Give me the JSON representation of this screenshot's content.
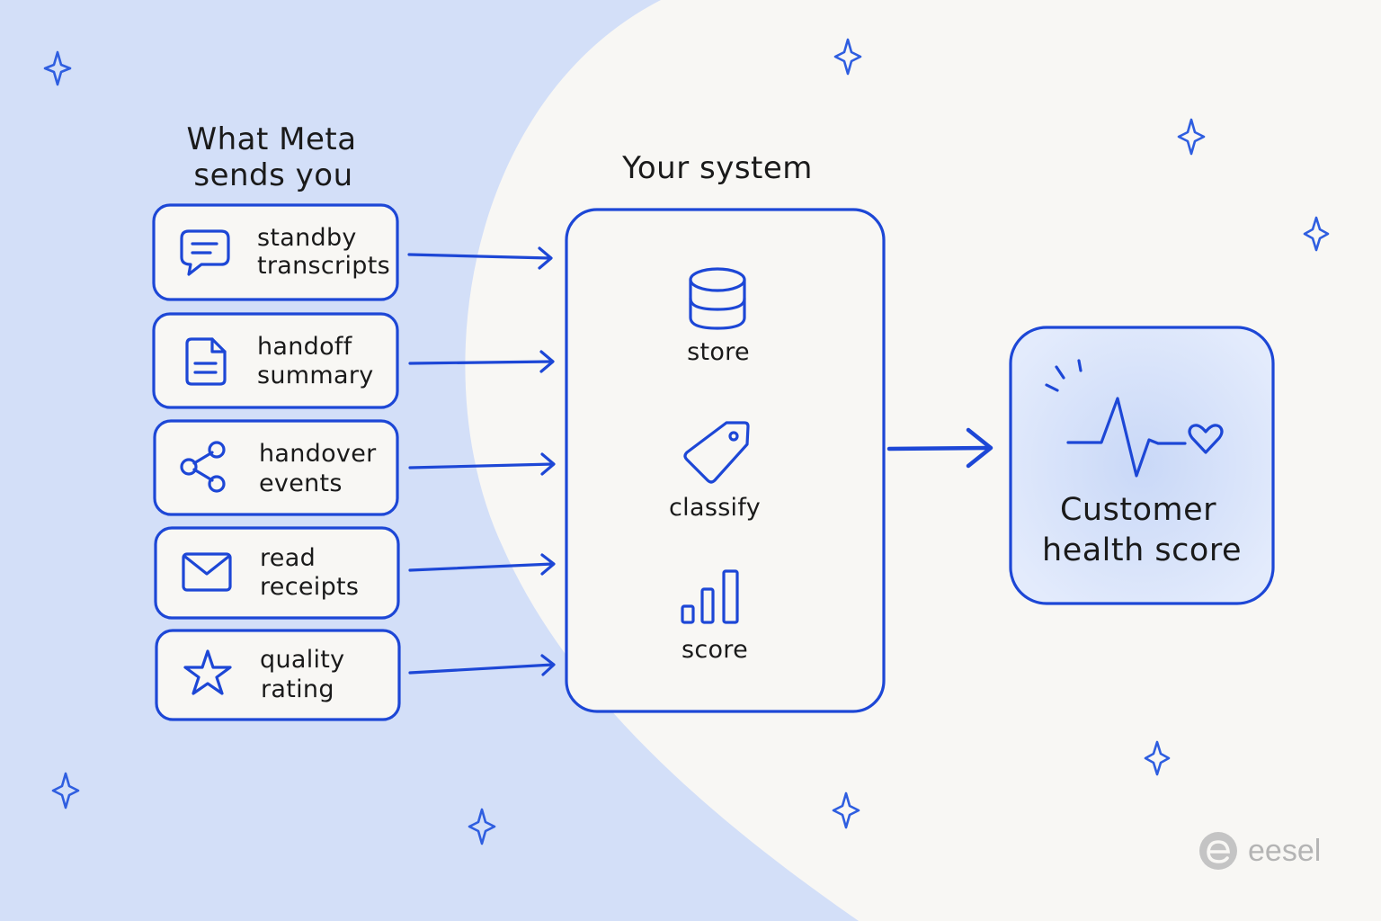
{
  "source": {
    "title_lines": [
      "What Meta",
      "sends you"
    ],
    "items": [
      {
        "icon": "chat-bubble-icon",
        "lines": [
          "standby",
          "transcripts"
        ]
      },
      {
        "icon": "document-icon",
        "lines": [
          "handoff",
          "summary"
        ]
      },
      {
        "icon": "share-icon",
        "lines": [
          "handover",
          "events"
        ]
      },
      {
        "icon": "envelope-icon",
        "lines": [
          "read",
          "receipts"
        ]
      },
      {
        "icon": "star-icon",
        "lines": [
          "quality",
          "rating"
        ]
      }
    ]
  },
  "system": {
    "title": "Your system",
    "steps": [
      {
        "icon": "database-icon",
        "label": "store"
      },
      {
        "icon": "tag-icon",
        "label": "classify"
      },
      {
        "icon": "bar-chart-icon",
        "label": "score"
      }
    ]
  },
  "output": {
    "icon": "heartbeat-heart-icon",
    "lines": [
      "Customer",
      "health score"
    ]
  },
  "brand": {
    "name": "eesel",
    "icon": "eesel-logo-icon"
  },
  "colors": {
    "accent": "#1d47d6",
    "background": "#f8f7f4",
    "crescent": "#d3dff8",
    "output_fill": "#dbe5fb",
    "brand_gray": "#b4b4b4"
  }
}
